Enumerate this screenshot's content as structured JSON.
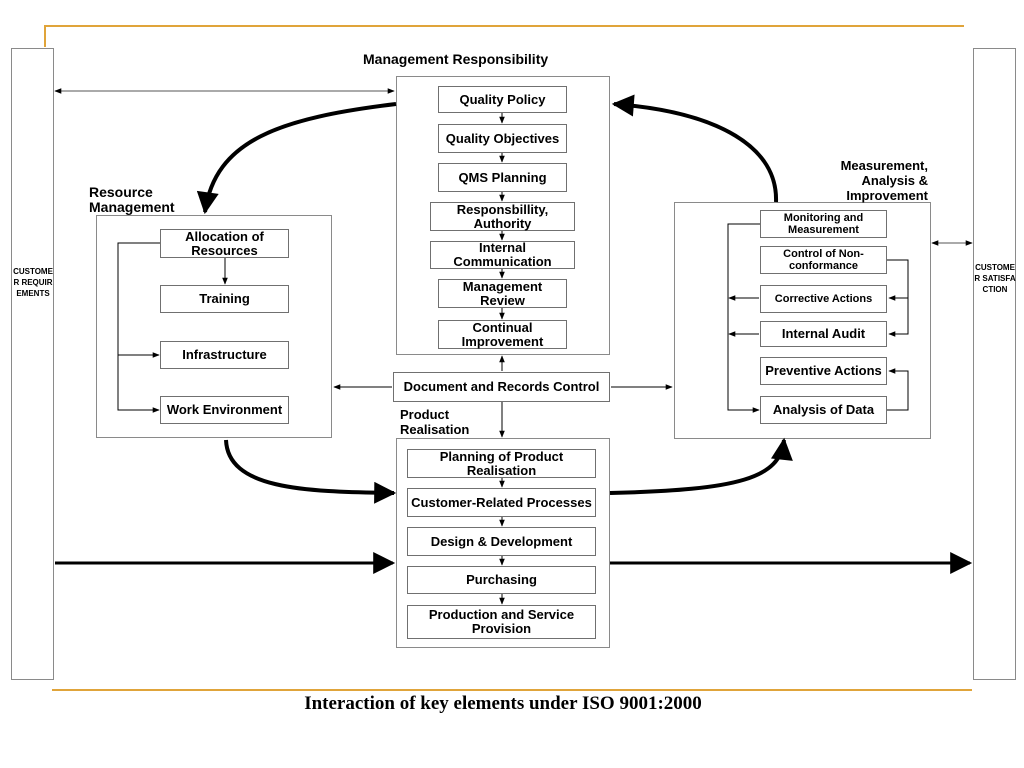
{
  "side_bars": {
    "left": "CUSTOMER REQUIREMENTS",
    "right": "CUSTOMER SATISFACTION"
  },
  "management": {
    "title": "Management Responsibility",
    "items": [
      "Quality Policy",
      "Quality Objectives",
      "QMS Planning",
      "Responsbillity, Authority",
      "Internal Communication",
      "Management Review",
      "Continual Improvement"
    ]
  },
  "resource": {
    "title": "Resource Management",
    "items": [
      "Allocation of Resources",
      "Training",
      "Infrastructure",
      "Work Environment"
    ]
  },
  "measurement": {
    "title": "Measurement, Analysis & Improvement",
    "items": [
      "Monitoring and Measurement",
      "Control of Non-conformance",
      "Corrective Actions",
      "Internal Audit",
      "Preventive Actions",
      "Analysis of Data"
    ]
  },
  "document_control": "Document and Records Control",
  "product": {
    "title": "Product Realisation",
    "items": [
      "Planning of Product Realisation",
      "Customer-Related Processes",
      "Design & Development",
      "Purchasing",
      "Production and Service Provision"
    ]
  },
  "caption": "Interaction of key elements under ISO 9001:2000",
  "colors": {
    "accent_rule": "#e0a43a"
  }
}
